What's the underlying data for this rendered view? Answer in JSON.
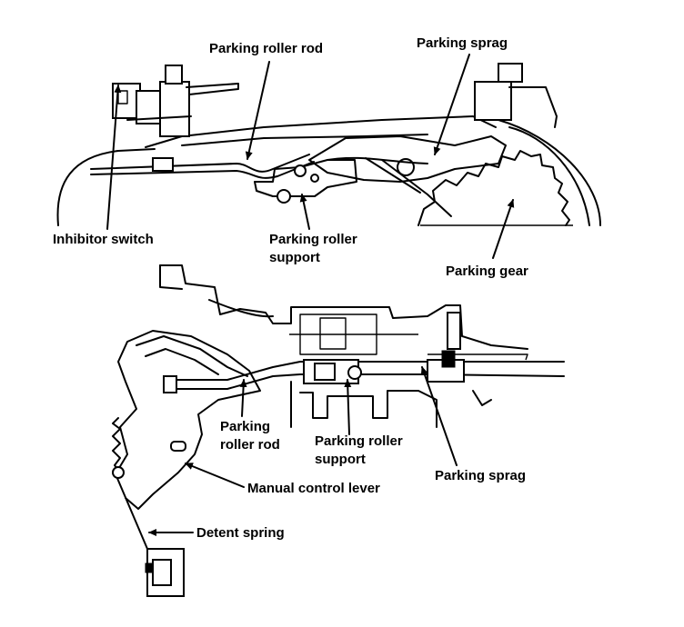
{
  "figure": {
    "top_view": {
      "labels": {
        "parking_roller_rod": "Parking roller rod",
        "parking_sprag": "Parking sprag",
        "inhibitor_switch": "Inhibitor switch",
        "parking_roller_support_1": "Parking roller",
        "parking_roller_support_2": "support",
        "parking_gear": "Parking gear"
      }
    },
    "side_view": {
      "labels": {
        "parking_roller_rod_1": "Parking",
        "parking_roller_rod_2": "roller rod",
        "parking_roller_support_1": "Parking roller",
        "parking_roller_support_2": "support",
        "parking_sprag": "Parking sprag",
        "manual_control_lever": "Manual control lever",
        "detent_spring": "Detent spring"
      }
    }
  }
}
